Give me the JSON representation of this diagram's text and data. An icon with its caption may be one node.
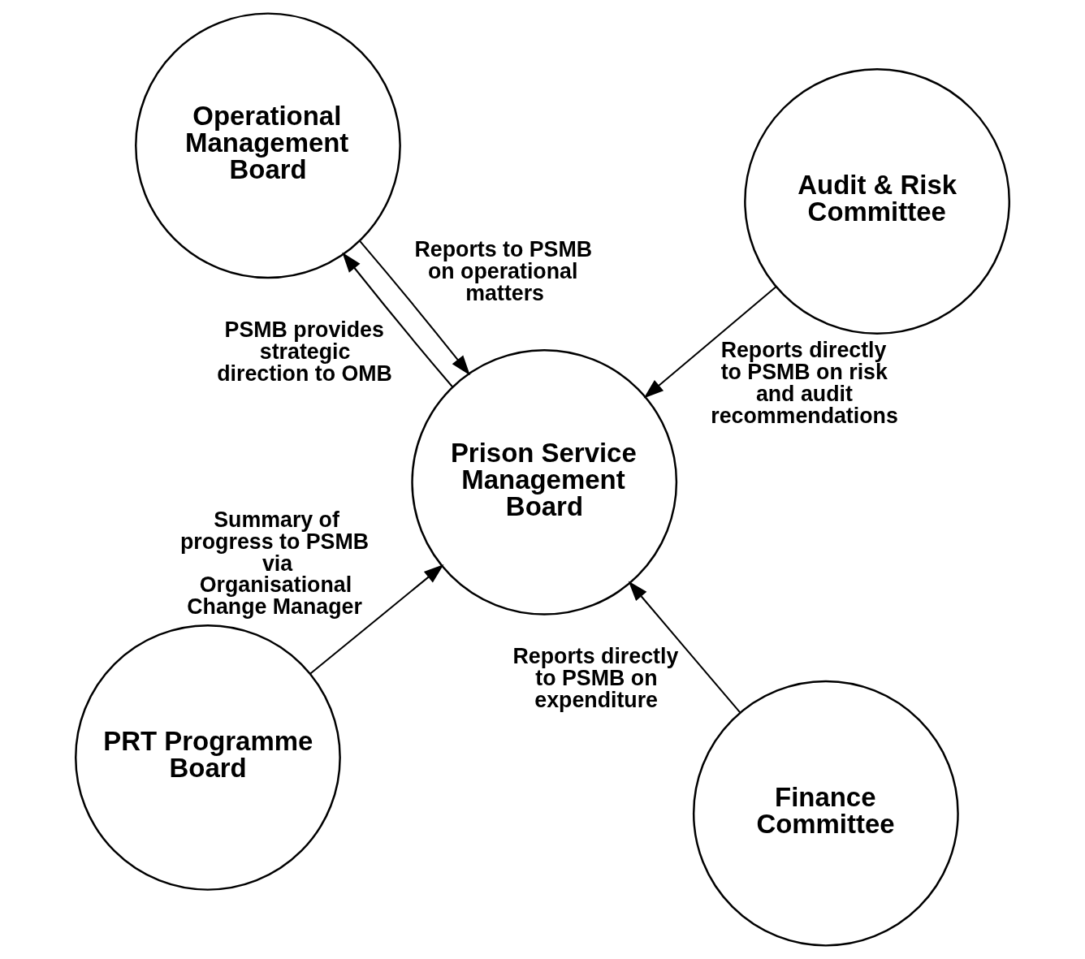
{
  "diagram": {
    "nodes": [
      {
        "text": [
          "PRT Programme Board"
        ]
      },
      {
        "text": [
          "Finance Committee"
        ]
      },
      {
        "text": [
          "Prison Service Management Board"
        ]
      },
      {
        "text": [
          "Operational Management Board"
        ]
      },
      {
        "text": [
          "Audit & Risk Committee"
        ]
      }
    ],
    "edges": [
      {
        "from": 0,
        "to": 2,
        "arrow": "to",
        "label": "Summary of progress to PSMB via Organisational Change Manager"
      },
      {
        "from": 1,
        "to": 2,
        "arrow": "to",
        "label": "Reports directly to PSMB on expenditure"
      },
      {
        "from": 3,
        "to": 2,
        "arrow": "to",
        "label": "Reports to PSMB on operational matters"
      },
      {
        "from": 2,
        "to": 3,
        "arrow": "to",
        "label": "PSMB provides strategic direction to OMB"
      },
      {
        "from": 4,
        "to": 2,
        "arrow": "to",
        "label": "Reports directly to PSMB on risk and audit recommendations"
      }
    ]
  }
}
